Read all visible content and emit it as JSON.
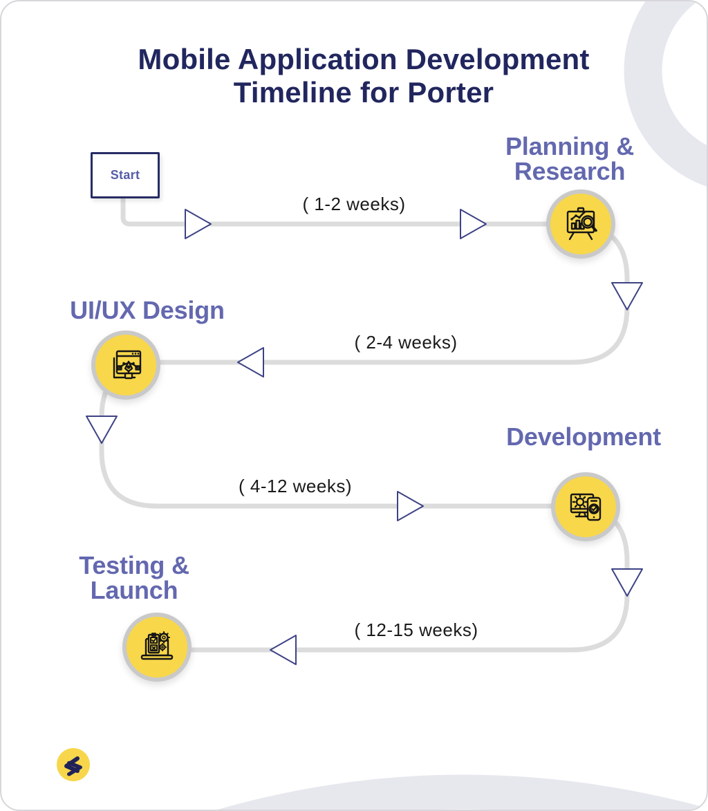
{
  "title": "Mobile Application Development\nTimeline for Porter",
  "start": {
    "label": "Start"
  },
  "stages": [
    {
      "title": "Planning &\nResearch",
      "duration": "( 1-2 weeks)",
      "icon": "presentation-analysis-icon"
    },
    {
      "title": "UI/UX Design",
      "duration": "( 2-4 weeks)",
      "icon": "pen-tool-design-icon"
    },
    {
      "title": "Development",
      "duration": "( 4-12 weeks)",
      "icon": "monitor-phone-gear-icon"
    },
    {
      "title": "Testing &\nLaunch",
      "duration": "( 12-15 weeks)",
      "icon": "laptop-checklist-gear-icon"
    }
  ],
  "logo": {
    "icon": "double-chevron-code-logo"
  },
  "colors": {
    "title_navy": "#21265e",
    "accent_purple": "#6368af",
    "node_yellow": "#f8d74a",
    "ring_gray": "#c9c9c9",
    "path_gray": "#dcdcdd",
    "arrow_navy": "#3d4284",
    "decor_gray": "#e7e8ee"
  }
}
